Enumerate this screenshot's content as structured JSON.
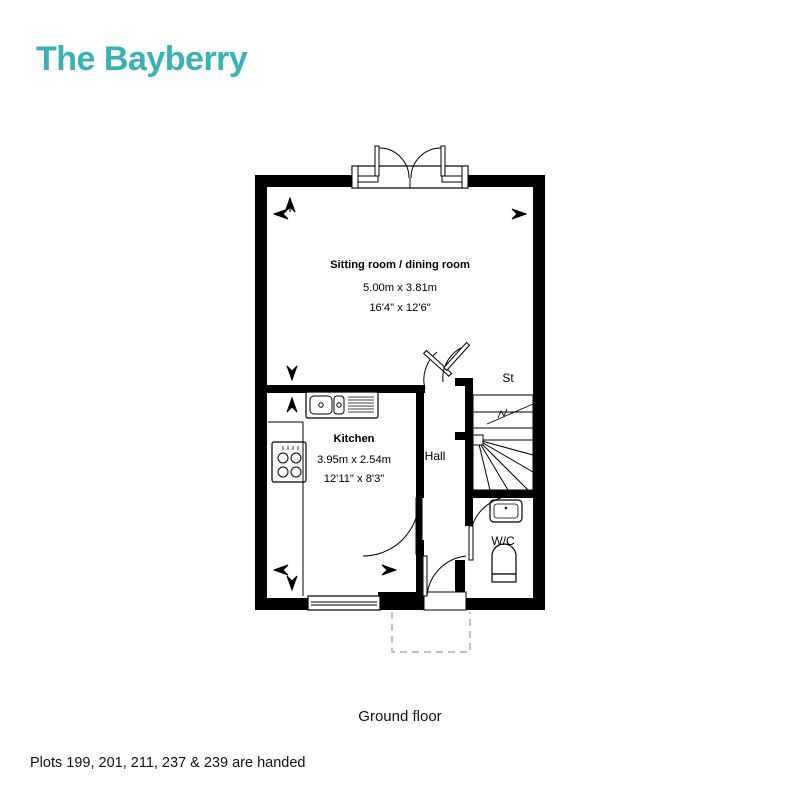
{
  "header": {
    "title": "The Bayberry",
    "title_color": "#37b3b8"
  },
  "plan": {
    "floor_caption": "Ground floor",
    "note": "Plots 199, 201, 211, 237 & 239 are handed",
    "wall_color": "#000000",
    "rooms": [
      {
        "id": "sitting-dining",
        "name": "Sitting room / dining room",
        "dim_metric": "5.00m x 3.81m",
        "dim_imperial": "16'4\" x 12'6\""
      },
      {
        "id": "kitchen",
        "name": "Kitchen",
        "dim_metric": "3.95m x 2.54m",
        "dim_imperial": "12'11\" x 8'3\""
      },
      {
        "id": "hall",
        "name": "Hall",
        "dim_metric": "",
        "dim_imperial": ""
      },
      {
        "id": "store",
        "name": "St",
        "dim_metric": "",
        "dim_imperial": ""
      },
      {
        "id": "wc",
        "name": "W/C",
        "dim_metric": "",
        "dim_imperial": ""
      }
    ],
    "fixtures": [
      {
        "id": "kitchen-sink",
        "name": "sink-icon"
      },
      {
        "id": "kitchen-hob",
        "name": "hob-icon"
      },
      {
        "id": "wc-basin",
        "name": "basin-icon"
      },
      {
        "id": "wc-toilet",
        "name": "toilet-icon"
      },
      {
        "id": "staircase",
        "name": "staircase-icon"
      }
    ],
    "openings": [
      {
        "id": "french-doors",
        "name": "french-doors"
      },
      {
        "id": "front-door",
        "name": "front-door"
      },
      {
        "id": "kitchen-window",
        "name": "kitchen-window"
      },
      {
        "id": "sitting-window-left",
        "name": "window"
      },
      {
        "id": "sitting-window-right",
        "name": "window"
      },
      {
        "id": "porch-canopy",
        "name": "porch-canopy-outline"
      }
    ]
  }
}
